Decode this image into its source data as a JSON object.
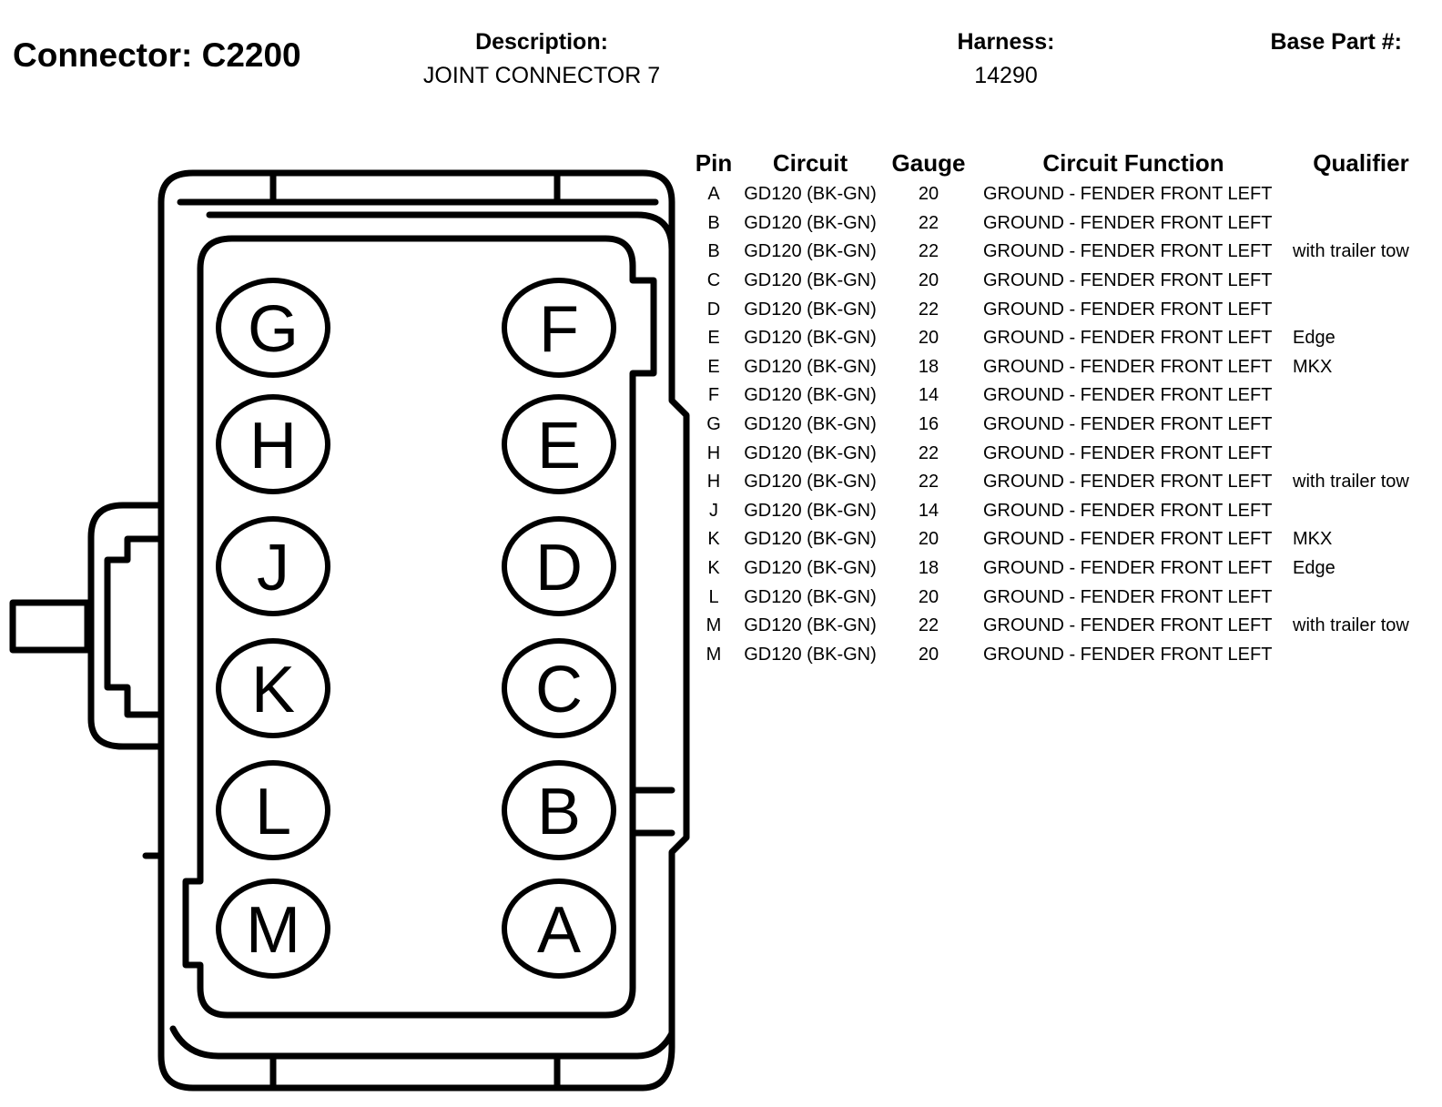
{
  "header": {
    "connector_label": "Connector: C2200",
    "description_label": "Description:",
    "description_value": "JOINT CONNECTOR 7",
    "harness_label": "Harness:",
    "harness_value": "14290",
    "base_part_label": "Base Part #:"
  },
  "table": {
    "headers": {
      "pin": "Pin",
      "circuit": "Circuit",
      "gauge": "Gauge",
      "function": "Circuit Function",
      "qualifier": "Qualifier"
    },
    "rows": [
      {
        "pin": "A",
        "circuit": "GD120 (BK-GN)",
        "gauge": "20",
        "function": "GROUND - FENDER FRONT LEFT",
        "qualifier": ""
      },
      {
        "pin": "B",
        "circuit": "GD120 (BK-GN)",
        "gauge": "22",
        "function": "GROUND - FENDER FRONT LEFT",
        "qualifier": ""
      },
      {
        "pin": "B",
        "circuit": "GD120 (BK-GN)",
        "gauge": "22",
        "function": "GROUND - FENDER FRONT LEFT",
        "qualifier": "with trailer tow"
      },
      {
        "pin": "C",
        "circuit": "GD120 (BK-GN)",
        "gauge": "20",
        "function": "GROUND - FENDER FRONT LEFT",
        "qualifier": ""
      },
      {
        "pin": "D",
        "circuit": "GD120 (BK-GN)",
        "gauge": "22",
        "function": "GROUND - FENDER FRONT LEFT",
        "qualifier": ""
      },
      {
        "pin": "E",
        "circuit": "GD120 (BK-GN)",
        "gauge": "20",
        "function": "GROUND - FENDER FRONT LEFT",
        "qualifier": "Edge"
      },
      {
        "pin": "E",
        "circuit": "GD120 (BK-GN)",
        "gauge": "18",
        "function": "GROUND - FENDER FRONT LEFT",
        "qualifier": "MKX"
      },
      {
        "pin": "F",
        "circuit": "GD120 (BK-GN)",
        "gauge": "14",
        "function": "GROUND - FENDER FRONT LEFT",
        "qualifier": ""
      },
      {
        "pin": "G",
        "circuit": "GD120 (BK-GN)",
        "gauge": "16",
        "function": "GROUND - FENDER FRONT LEFT",
        "qualifier": ""
      },
      {
        "pin": "H",
        "circuit": "GD120 (BK-GN)",
        "gauge": "22",
        "function": "GROUND - FENDER FRONT LEFT",
        "qualifier": ""
      },
      {
        "pin": "H",
        "circuit": "GD120 (BK-GN)",
        "gauge": "22",
        "function": "GROUND - FENDER FRONT LEFT",
        "qualifier": "with trailer tow"
      },
      {
        "pin": "J",
        "circuit": "GD120 (BK-GN)",
        "gauge": "14",
        "function": "GROUND - FENDER FRONT LEFT",
        "qualifier": ""
      },
      {
        "pin": "K",
        "circuit": "GD120 (BK-GN)",
        "gauge": "20",
        "function": "GROUND - FENDER FRONT LEFT",
        "qualifier": "MKX"
      },
      {
        "pin": "K",
        "circuit": "GD120 (BK-GN)",
        "gauge": "18",
        "function": "GROUND - FENDER FRONT LEFT",
        "qualifier": "Edge"
      },
      {
        "pin": "L",
        "circuit": "GD120 (BK-GN)",
        "gauge": "20",
        "function": "GROUND - FENDER FRONT LEFT",
        "qualifier": ""
      },
      {
        "pin": "M",
        "circuit": "GD120 (BK-GN)",
        "gauge": "22",
        "function": "GROUND - FENDER FRONT LEFT",
        "qualifier": "with trailer tow"
      },
      {
        "pin": "M",
        "circuit": "GD120 (BK-GN)",
        "gauge": "20",
        "function": "GROUND - FENDER FRONT LEFT",
        "qualifier": ""
      }
    ]
  },
  "connector_face": {
    "left_column": [
      "G",
      "H",
      "J",
      "K",
      "L",
      "M"
    ],
    "right_column": [
      "F",
      "E",
      "D",
      "C",
      "B",
      "A"
    ]
  }
}
